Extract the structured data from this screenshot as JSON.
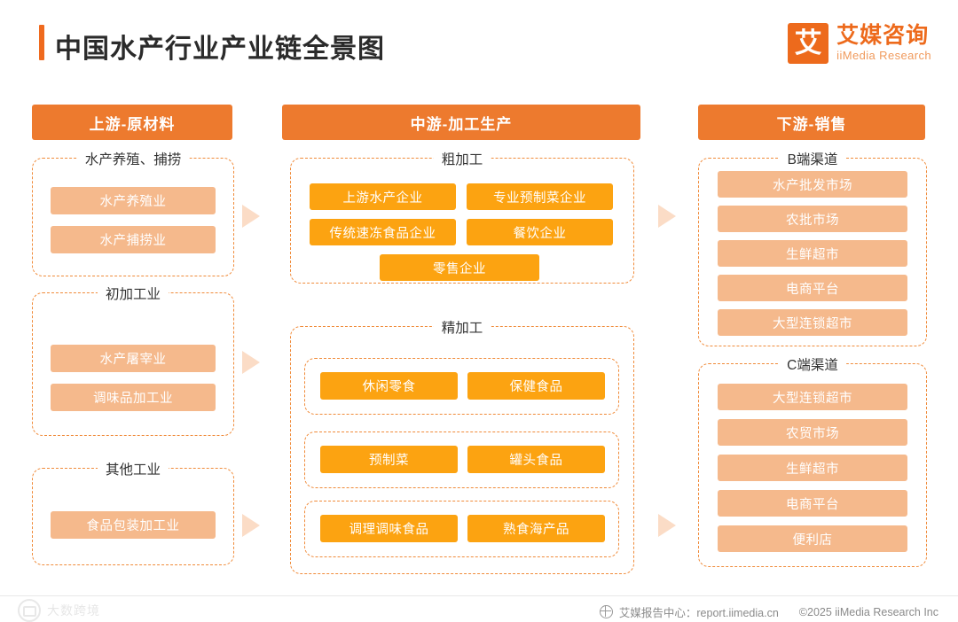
{
  "header": {
    "title": "中国水产行业产业链全景图",
    "brand_mark": "艾",
    "brand_cn": "艾媒咨询",
    "brand_en": "iiMedia Research"
  },
  "columns": {
    "upstream": "上游-原材料",
    "midstream": "中游-加工生产",
    "downstream": "下游-销售"
  },
  "upstream": {
    "groups": [
      {
        "title": "水产养殖、捕捞",
        "items": [
          "水产养殖业",
          "水产捕捞业"
        ]
      },
      {
        "title": "初加工业",
        "items": [
          "水产屠宰业",
          "调味品加工业"
        ]
      },
      {
        "title": "其他工业",
        "items": [
          "食品包装加工业"
        ]
      }
    ]
  },
  "midstream": {
    "rough": {
      "title": "粗加工",
      "items": [
        "上游水产企业",
        "专业预制菜企业",
        "传统速冻食品企业",
        "餐饮企业",
        "零售企业"
      ]
    },
    "fine": {
      "title": "精加工",
      "rows": [
        [
          "休闲零食",
          "保健食品"
        ],
        [
          "预制菜",
          "罐头食品"
        ],
        [
          "调理调味食品",
          "熟食海产品"
        ]
      ]
    }
  },
  "downstream": {
    "groups": [
      {
        "title": "B端渠道",
        "items": [
          "水产批发市场",
          "农批市场",
          "生鲜超市",
          "电商平台",
          "大型连锁超市"
        ]
      },
      {
        "title": "C端渠道",
        "items": [
          "大型连锁超市",
          "农贸市场",
          "生鲜超市",
          "电商平台",
          "便利店"
        ]
      }
    ]
  },
  "footer": {
    "center": "艾媒报告中心：report.iimedia.cn",
    "right": "©2025 iiMedia Research Inc",
    "watermark": "大数跨境"
  },
  "colors": {
    "accent": "#ed7a2e",
    "chip_light": "#f5b98c",
    "chip_solid": "#fca311",
    "dash": "#f08b3a",
    "arrow": "#fbdcc6"
  }
}
